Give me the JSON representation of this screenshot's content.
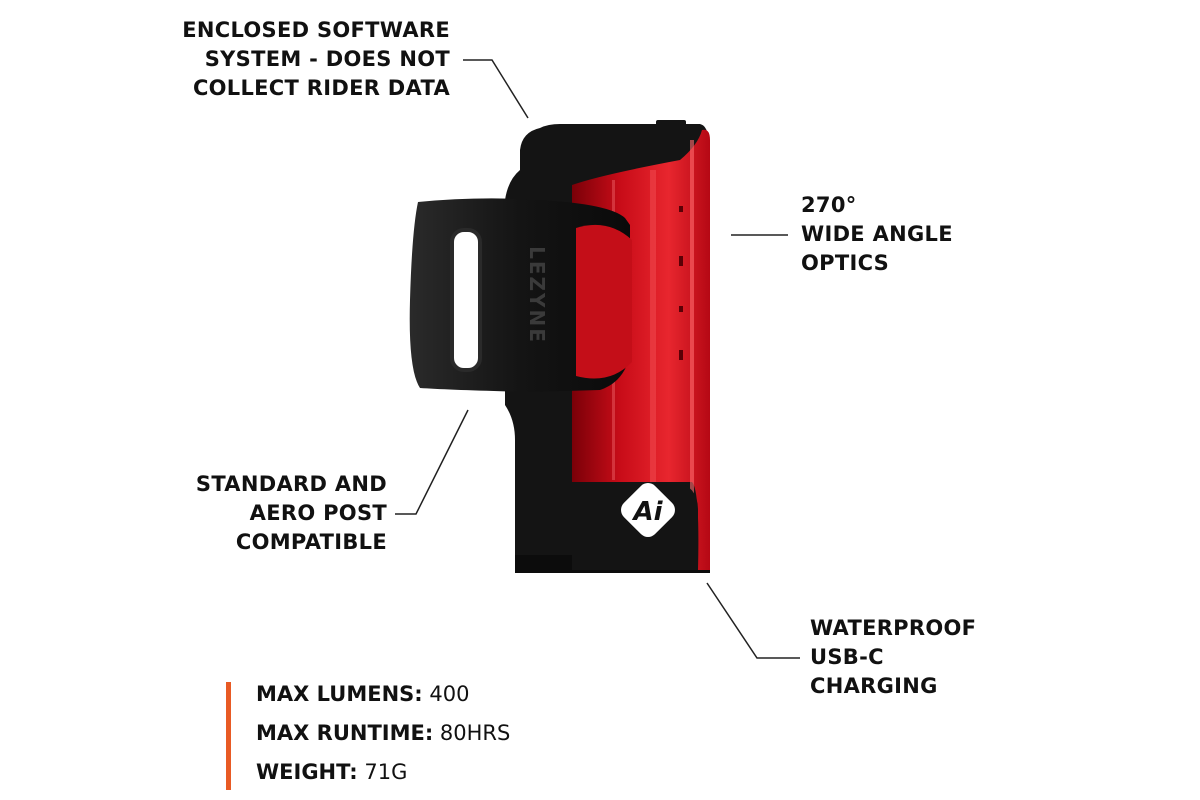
{
  "callouts": {
    "software": [
      "ENCLOSED SOFTWARE",
      "SYSTEM - DOES NOT",
      "COLLECT RIDER DATA"
    ],
    "optics": [
      "270°",
      "WIDE ANGLE",
      "OPTICS"
    ],
    "mount": [
      "STANDARD AND",
      "AERO POST",
      "COMPATIBLE"
    ],
    "charging": [
      "WATERPROOF",
      "USB-C",
      "CHARGING"
    ]
  },
  "specs": [
    {
      "label": "MAX LUMENS:",
      "value": "400"
    },
    {
      "label": "MAX RUNTIME:",
      "value": "80HRS"
    },
    {
      "label": "WEIGHT:",
      "value": "71G"
    }
  ],
  "product": {
    "strap_brand": "LEZYNE",
    "badge_text": "Ai"
  },
  "colors": {
    "accent_bar": "#e85a24",
    "lens_red": "#d0101c",
    "body_black": "#141414",
    "leader_line": "#222222"
  }
}
